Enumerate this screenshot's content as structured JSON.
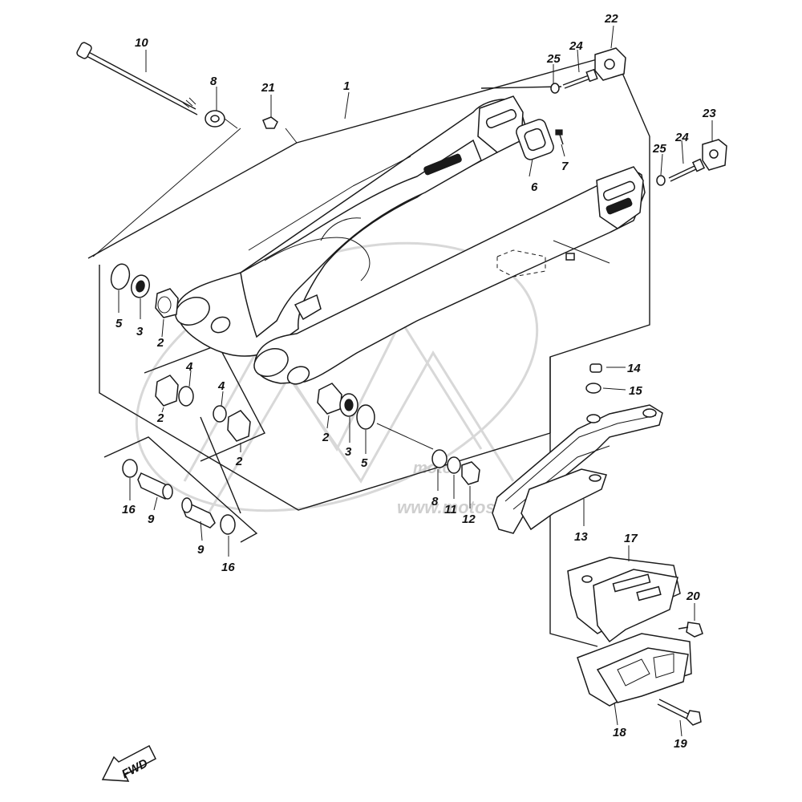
{
  "diagram": {
    "labels": [
      {
        "id": "1",
        "text": "1"
      },
      {
        "id": "2a",
        "text": "2"
      },
      {
        "id": "2b",
        "text": "2"
      },
      {
        "id": "2c",
        "text": "2"
      },
      {
        "id": "2d",
        "text": "2"
      },
      {
        "id": "3a",
        "text": "3"
      },
      {
        "id": "3b",
        "text": "3"
      },
      {
        "id": "4a",
        "text": "4"
      },
      {
        "id": "4b",
        "text": "4"
      },
      {
        "id": "5a",
        "text": "5"
      },
      {
        "id": "5b",
        "text": "5"
      },
      {
        "id": "6",
        "text": "6"
      },
      {
        "id": "7",
        "text": "7"
      },
      {
        "id": "8a",
        "text": "8"
      },
      {
        "id": "8b",
        "text": "8"
      },
      {
        "id": "9a",
        "text": "9"
      },
      {
        "id": "9b",
        "text": "9"
      },
      {
        "id": "10",
        "text": "10"
      },
      {
        "id": "11",
        "text": "11"
      },
      {
        "id": "12",
        "text": "12"
      },
      {
        "id": "13",
        "text": "13"
      },
      {
        "id": "14",
        "text": "14"
      },
      {
        "id": "15",
        "text": "15"
      },
      {
        "id": "16a",
        "text": "16"
      },
      {
        "id": "16b",
        "text": "16"
      },
      {
        "id": "17",
        "text": "17"
      },
      {
        "id": "18",
        "text": "18"
      },
      {
        "id": "19",
        "text": "19"
      },
      {
        "id": "20",
        "text": "20"
      },
      {
        "id": "21",
        "text": "21"
      },
      {
        "id": "22",
        "text": "22"
      },
      {
        "id": "23",
        "text": "23"
      },
      {
        "id": "24a",
        "text": "24"
      },
      {
        "id": "24b",
        "text": "24"
      },
      {
        "id": "25a",
        "text": "25"
      },
      {
        "id": "25b",
        "text": "25"
      }
    ],
    "fwd_arrow": "FWD",
    "watermark": {
      "brand": "moto",
      "url": "www.motostore.fr"
    }
  },
  "colors": {
    "line": "#1a1a1a",
    "background": "#ffffff",
    "watermark": "#d0d0d0"
  }
}
